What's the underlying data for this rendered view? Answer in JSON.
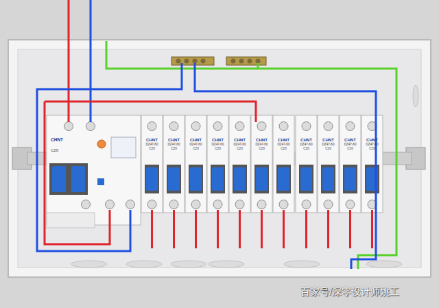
{
  "diagram": {
    "nodes": [
      {
        "text": [
          "CHNT",
          "C20"
        ]
      },
      {
        "text": [
          "CHNT",
          "DZ47-60",
          "C20"
        ]
      },
      {
        "text": [
          "CHNT",
          "DZ47-60",
          "C20"
        ]
      },
      {
        "text": [
          "CHNT",
          "DZ47-60",
          "C20"
        ]
      },
      {
        "text": [
          "CHNT",
          "DZ47-60",
          "C20"
        ]
      },
      {
        "text": [
          "CHNT",
          "DZ47-60",
          "C20"
        ]
      },
      {
        "text": [
          "CHNT",
          "DZ47-60",
          "C20"
        ]
      },
      {
        "text": [
          "CHNT",
          "DZ47-60",
          "C20"
        ]
      },
      {
        "text": [
          "CHNT",
          "DZ47-60",
          "C20"
        ]
      },
      {
        "text": [
          "CHNT",
          "DZ47-60",
          "C20"
        ]
      },
      {
        "text": [
          "CHNT",
          "DZ47-60",
          "C20"
        ]
      },
      {
        "text": [
          "CHNT",
          "DZ47-60",
          "C20"
        ]
      }
    ],
    "labels": [
      "百家号/深零设计师姚工"
    ]
  }
}
